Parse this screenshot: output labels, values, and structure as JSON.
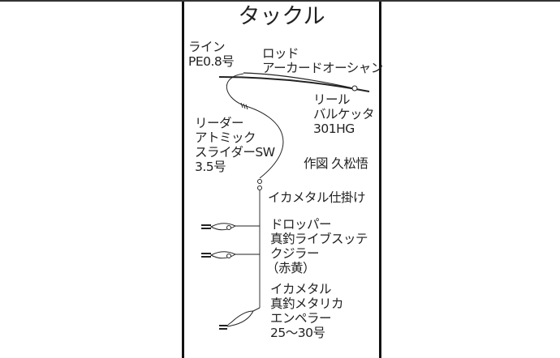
{
  "title": "タックル",
  "line": {
    "label": "ライン",
    "spec": "PE0.8号"
  },
  "rod": {
    "label": "ロッド",
    "spec": "アーカードオーシャン"
  },
  "reel": {
    "label": "リール",
    "name": "バルケッタ",
    "model": "301HG"
  },
  "leader": {
    "label": "リーダー",
    "brand": "アトミック",
    "name": "スライダーSW",
    "size": "3.5号"
  },
  "credit": "作図 久松悟",
  "rig": "イカメタル仕掛け",
  "dropper": {
    "label": "ドロッパー",
    "brand": "真釣ライブスッテ",
    "name": "クジラー",
    "color": "（赤黄）"
  },
  "sinker": {
    "label": "イカメタル",
    "brand": "真釣メタリカ",
    "name": "エンペラー",
    "size": "25～30号"
  }
}
